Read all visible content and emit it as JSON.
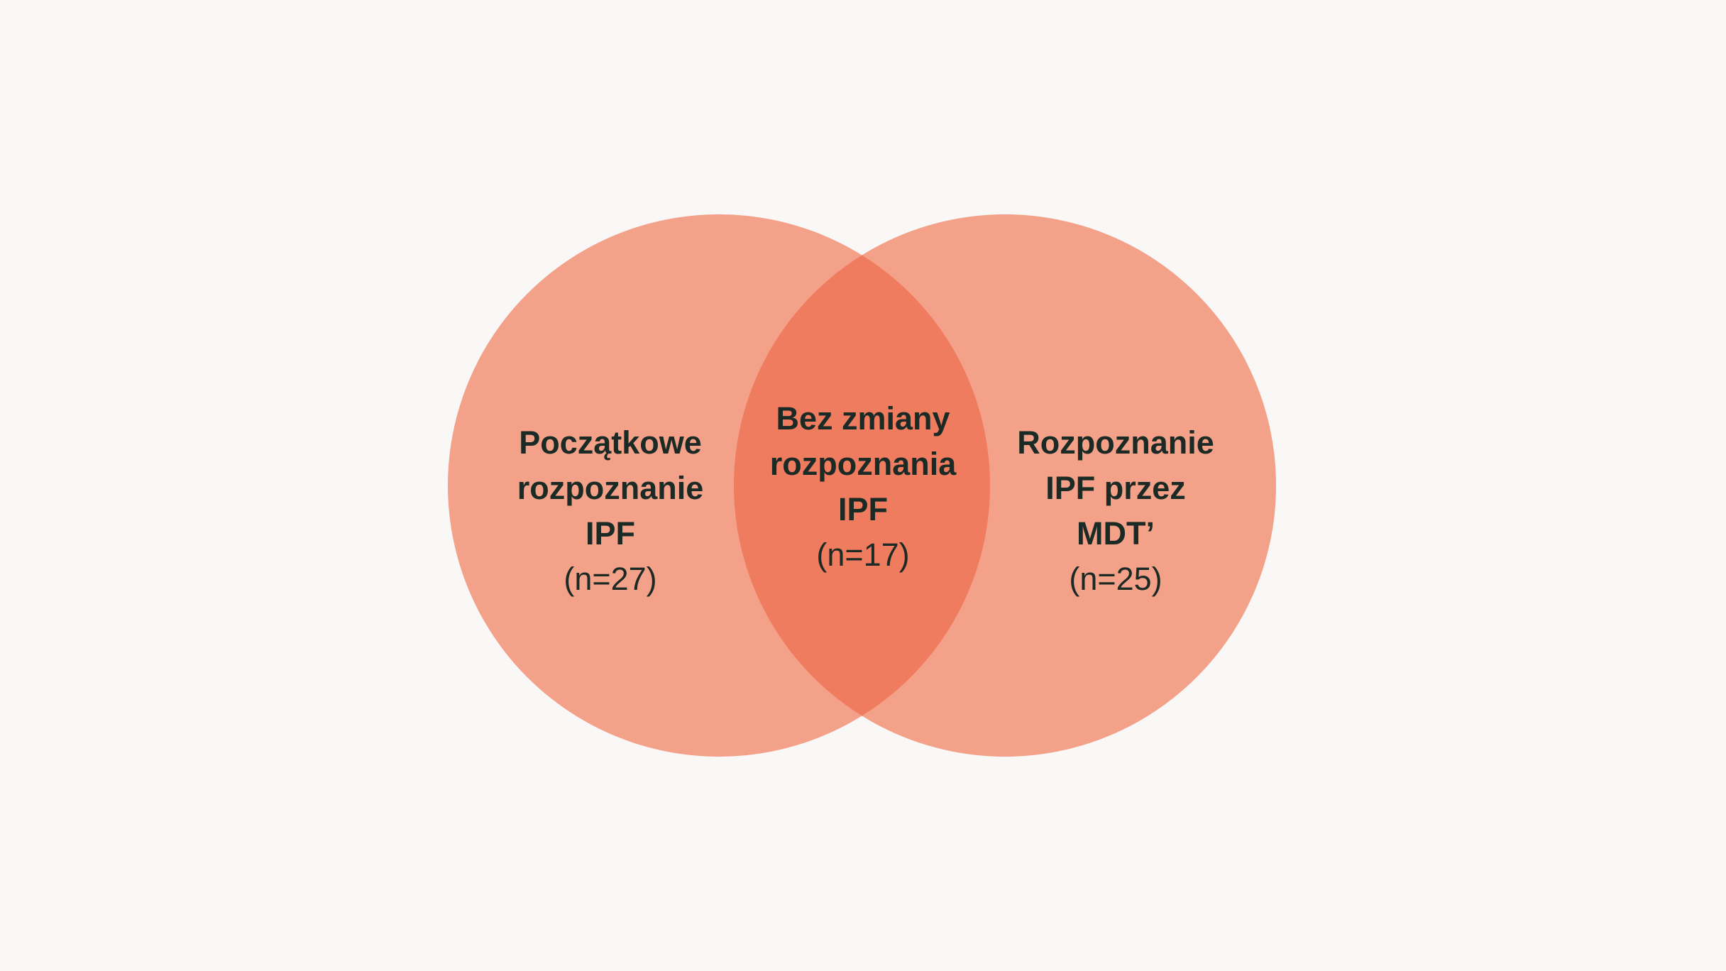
{
  "colors": {
    "background": "#faf8f6",
    "circle_fill": "#f4a18a",
    "overlap_fill": "#f07c60",
    "text": "#1b2a24"
  },
  "left_set": {
    "title_lines": [
      "Początkowe",
      "rozpoznanie",
      "IPF"
    ],
    "count": "(n=27)"
  },
  "intersection": {
    "title_lines": [
      "Bez zmiany",
      "rozpoznania",
      "IPF"
    ],
    "count": "(n=17)"
  },
  "right_set": {
    "title_lines": [
      "Rozpoznanie",
      "IPF przez",
      "MDT’"
    ],
    "count": "(n=25)"
  }
}
